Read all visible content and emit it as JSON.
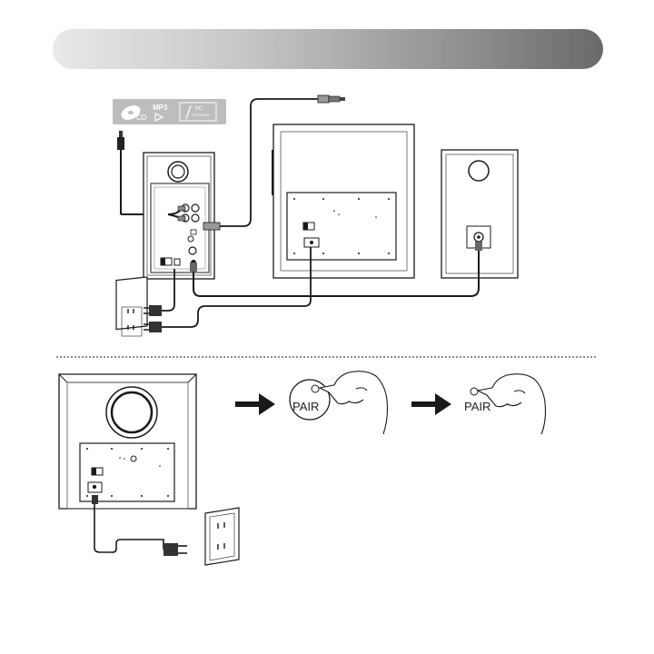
{
  "header": {
    "title": ""
  },
  "source_icons": {
    "cd": "CD",
    "mp3": "MP3",
    "pc": "PC",
    "notebook": "NOTEBOOK"
  },
  "pairing": {
    "step1_label": "PAIR",
    "step2_label": "PAIR"
  },
  "colors": {
    "line": "#1a1a1a",
    "cable_gray": "#8c8c8c",
    "rca_red": "#b03030",
    "rca_yellow": "#c8a000"
  }
}
